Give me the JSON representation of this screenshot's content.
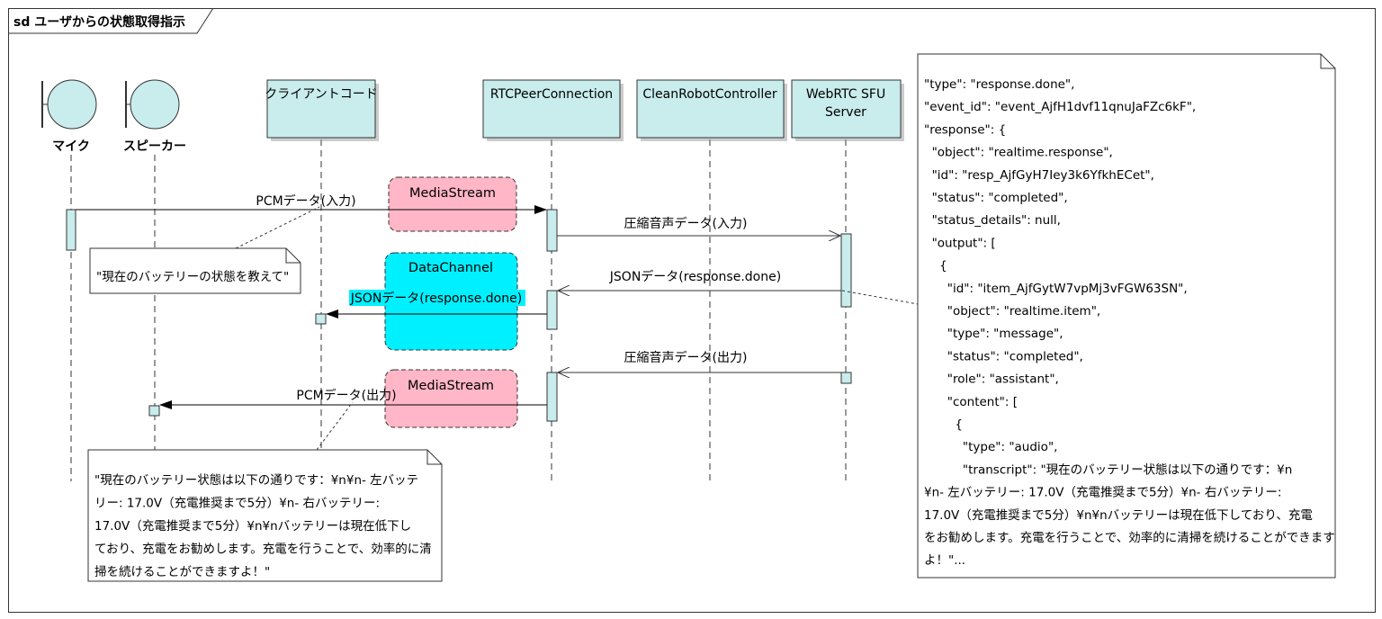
{
  "diagram": {
    "title": "sd ユーザからの状態取得指示",
    "actors": {
      "mic": "マイク",
      "speaker": "スピーカー"
    },
    "participants": {
      "client": "クライアントコード",
      "rtc": "RTCPeerConnection",
      "robot": "CleanRobotController",
      "sfu_line1": "WebRTC SFU",
      "sfu_line2": "Server"
    },
    "messages": {
      "pcm_in": "PCMデータ(入力)",
      "compressed_in": "圧縮音声データ(入力)",
      "json_sfu": "JSONデータ(response.done)",
      "json_client": "JSONデータ(response.done)",
      "compressed_out": "圧縮音声データ(出力)",
      "pcm_out": "PCMデータ(出力)"
    },
    "channels": {
      "media_in": "MediaStream",
      "data": "DataChannel",
      "media_out": "MediaStream"
    },
    "notes": {
      "user_question": "\"現在のバッテリーの状態を教えて\"",
      "answer_lines": [
        "\"現在のバッテリー状態は以下の通りです：¥n¥n- 左バッテ",
        "リー: 17.0V（充電推奨まで5分）¥n- 右バッテリー:",
        "17.0V（充電推奨まで5分）¥n¥nバッテリーは現在低下し",
        "ており、充電をお勧めします。充電を行うことで、効率的に清",
        "掃を続けることができますよ！\""
      ],
      "response_lines": [
        "\"type\": \"response.done\",",
        "\"event_id\": \"event_AjfH1dvf11qnuJaFZc6kF\",",
        "\"response\": {",
        "  \"object\": \"realtime.response\",",
        "  \"id\": \"resp_AjfGyH7Iey3k6YfkhECet\",",
        "  \"status\": \"completed\",",
        "  \"status_details\": null,",
        "  \"output\": [",
        "    {",
        "      \"id\": \"item_AjfGytW7vpMj3vFGW63SN\",",
        "      \"object\": \"realtime.item\",",
        "      \"type\": \"message\",",
        "      \"status\": \"completed\",",
        "      \"role\": \"assistant\",",
        "      \"content\": [",
        "        {",
        "          \"type\": \"audio\",",
        "          \"transcript\": \"現在のバッテリー状態は以下の通りです：¥n",
        "¥n- 左バッテリー: 17.0V（充電推奨まで5分）¥n- 右バッテリー:",
        "17.0V（充電推奨まで5分）¥n¥nバッテリーは現在低下しており、充電",
        "をお勧めします。充電を行うことで、効率的に清掃を続けることができます",
        "よ！\"..."
      ]
    }
  },
  "colors": {
    "box_fill": "#c9ecec",
    "activation_fill": "#c9ecec",
    "media_fill": "#ffb6c6",
    "data_fill": "#00f0ff",
    "line": "#333333"
  }
}
